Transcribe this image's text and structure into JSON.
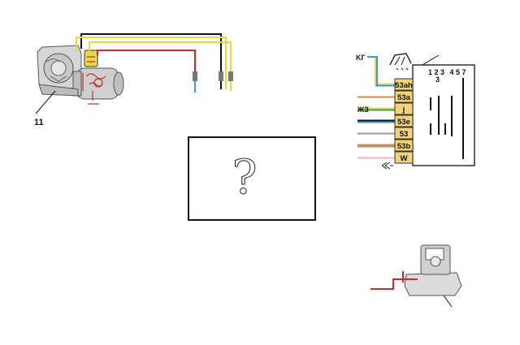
{
  "motor_figure": {
    "callout_number": "11"
  },
  "question_box": {
    "mark": "?"
  },
  "connector": {
    "pins": [
      "53ah",
      "53a",
      "j",
      "53e",
      "53",
      "53b",
      "W"
    ],
    "top_left_wire_label": "KГ",
    "middle_wire_label": "ЖЗ",
    "switch_positions_row1": "1 2 3",
    "switch_positions_row2": "4 5 7",
    "switch_position_sub": "3"
  },
  "colors": {
    "pin_fill": "#f3d27a",
    "wire_yellow": "#e7d84a",
    "wire_red": "#c0302a",
    "wire_black": "#111111",
    "wire_orange": "#d98a3c",
    "wire_blue": "#3a9ad9",
    "wire_green": "#3aa35a",
    "wire_gray": "#9a9a9a",
    "wire_pink": "#e4b7c6"
  }
}
